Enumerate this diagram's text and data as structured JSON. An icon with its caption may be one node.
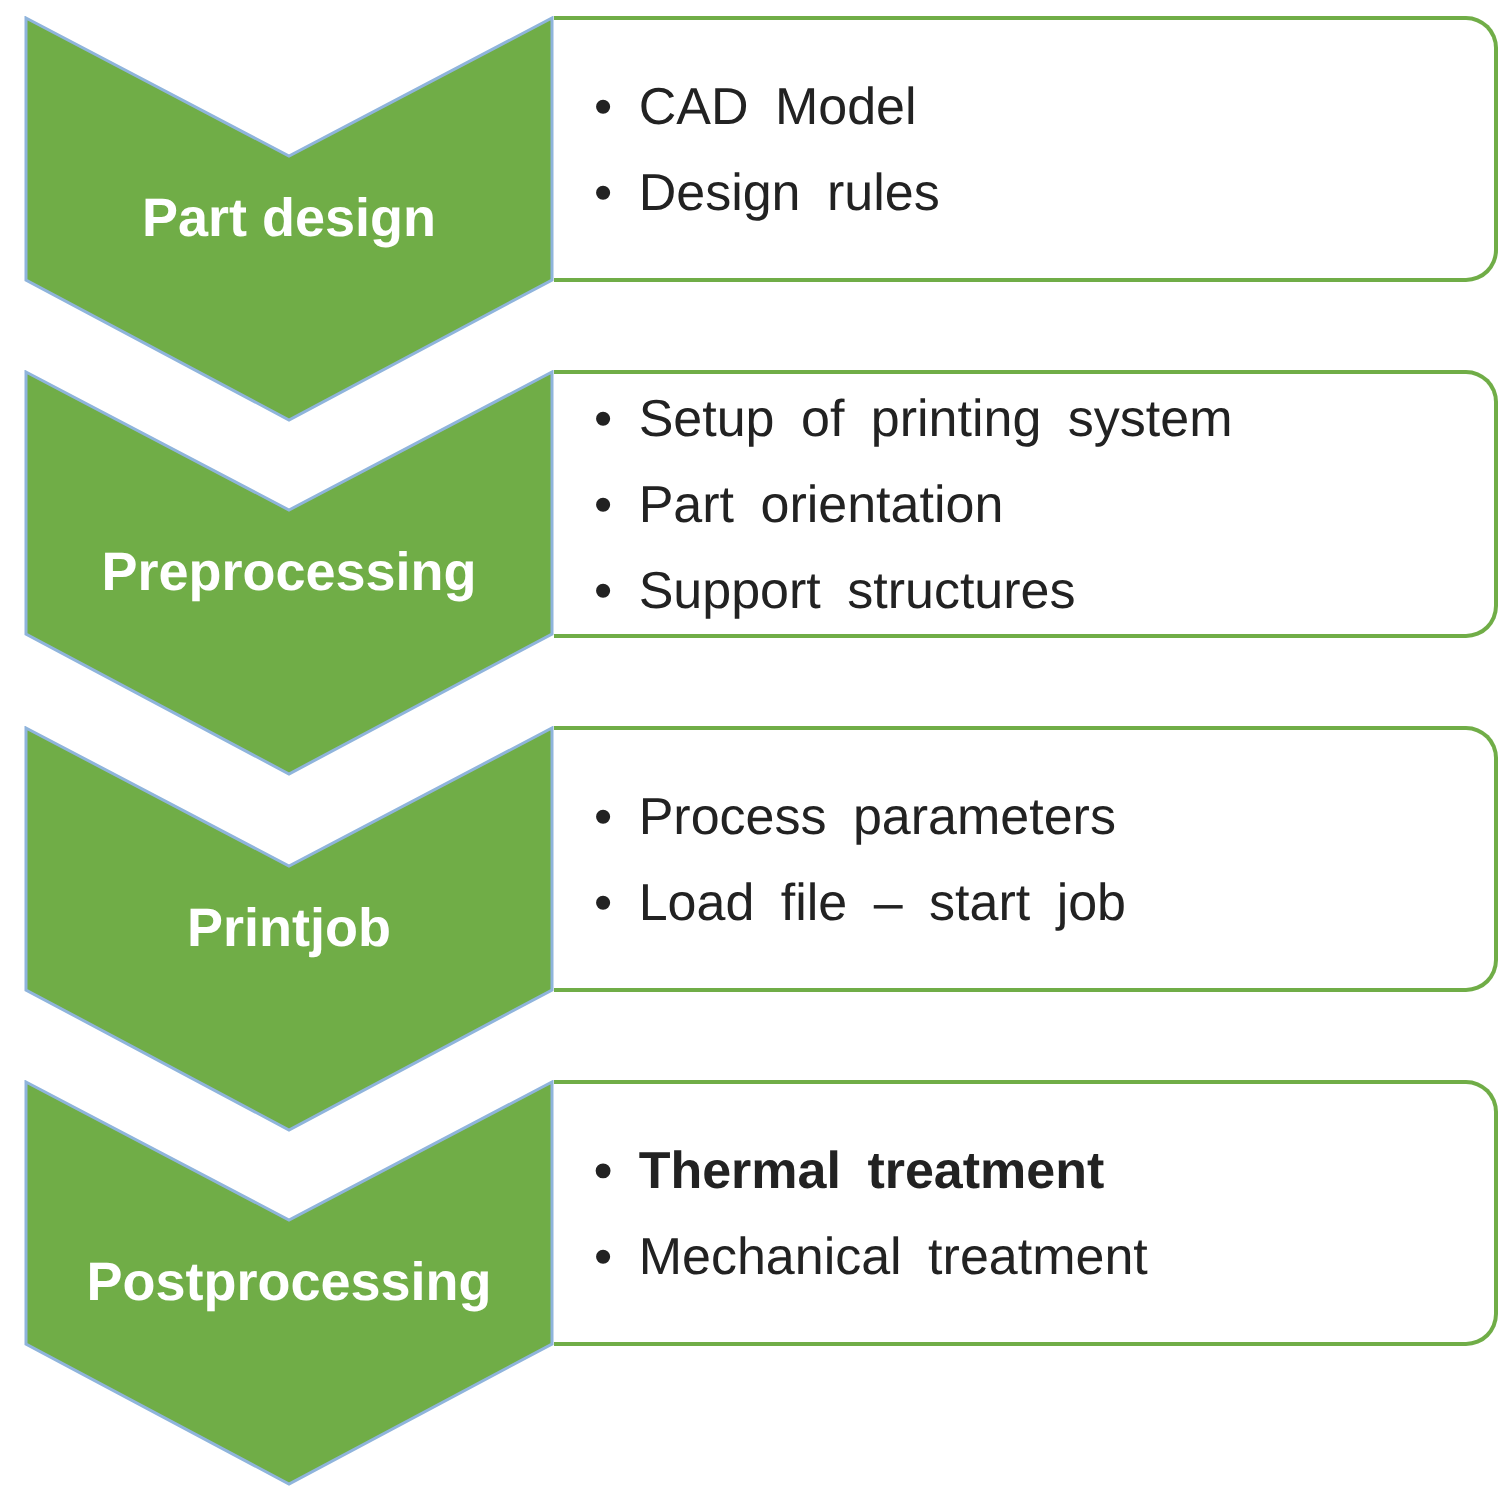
{
  "diagram": {
    "nodes": [
      {
        "text": [
          "Part design"
        ]
      },
      {
        "text": [
          "• CAD Model",
          "• Design rules"
        ]
      },
      {
        "text": [
          "Preprocessing"
        ]
      },
      {
        "text": [
          "• Setup of printing system",
          "• Part orientation",
          "• Support structures"
        ]
      },
      {
        "text": [
          "Printjob"
        ]
      },
      {
        "text": [
          "• Process parameters",
          "• Load file – start job"
        ]
      },
      {
        "text": [
          "Postprocessing"
        ]
      },
      {
        "text": [
          "• Thermal treatment",
          "• Mechanical treatment"
        ]
      }
    ]
  }
}
